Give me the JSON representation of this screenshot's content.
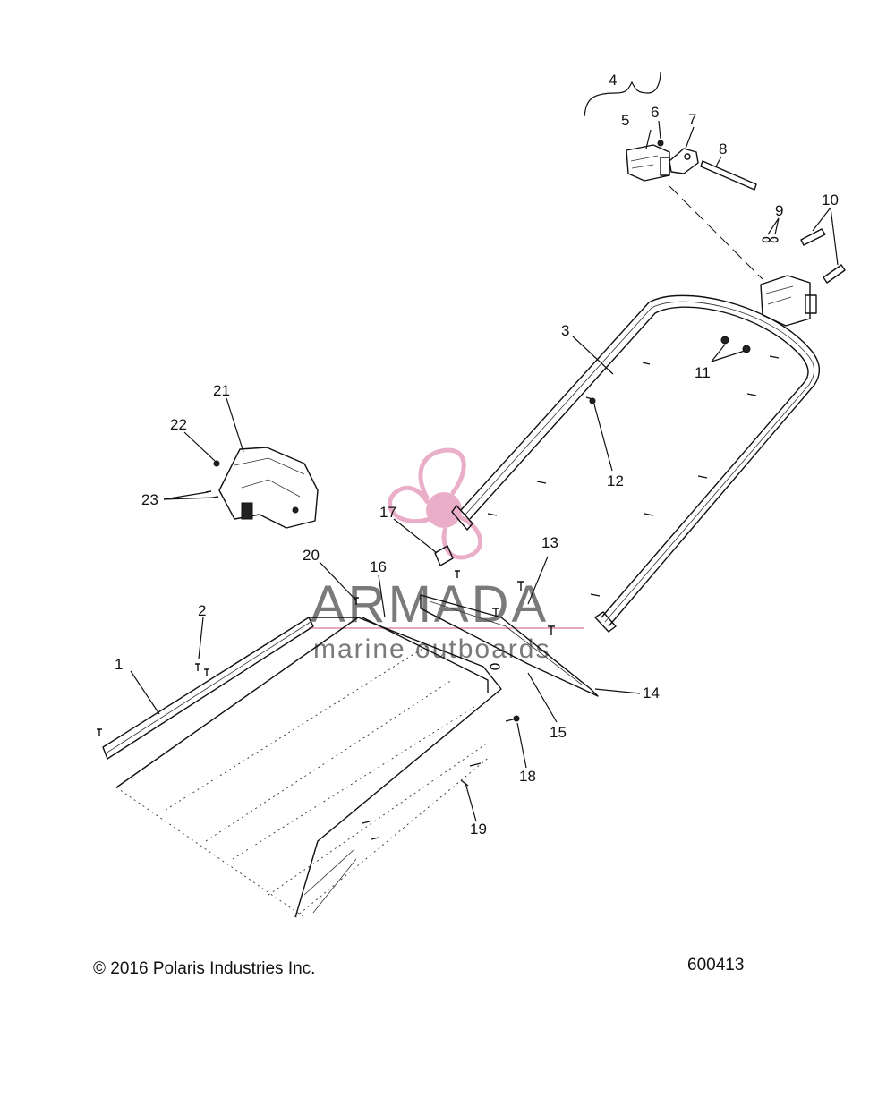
{
  "callouts": [
    "1",
    "2",
    "3",
    "4",
    "5",
    "6",
    "7",
    "8",
    "9",
    "10",
    "11",
    "12",
    "13",
    "14",
    "15",
    "16",
    "17",
    "18",
    "19",
    "20",
    "21",
    "22",
    "23"
  ],
  "watermark": {
    "brand": "ARMADA",
    "tagline": "marine outboards",
    "accent_color": "#e8a6c3"
  },
  "footer": {
    "copyright": "© 2016 Polaris Industries Inc.",
    "drawing_number": "600413"
  }
}
